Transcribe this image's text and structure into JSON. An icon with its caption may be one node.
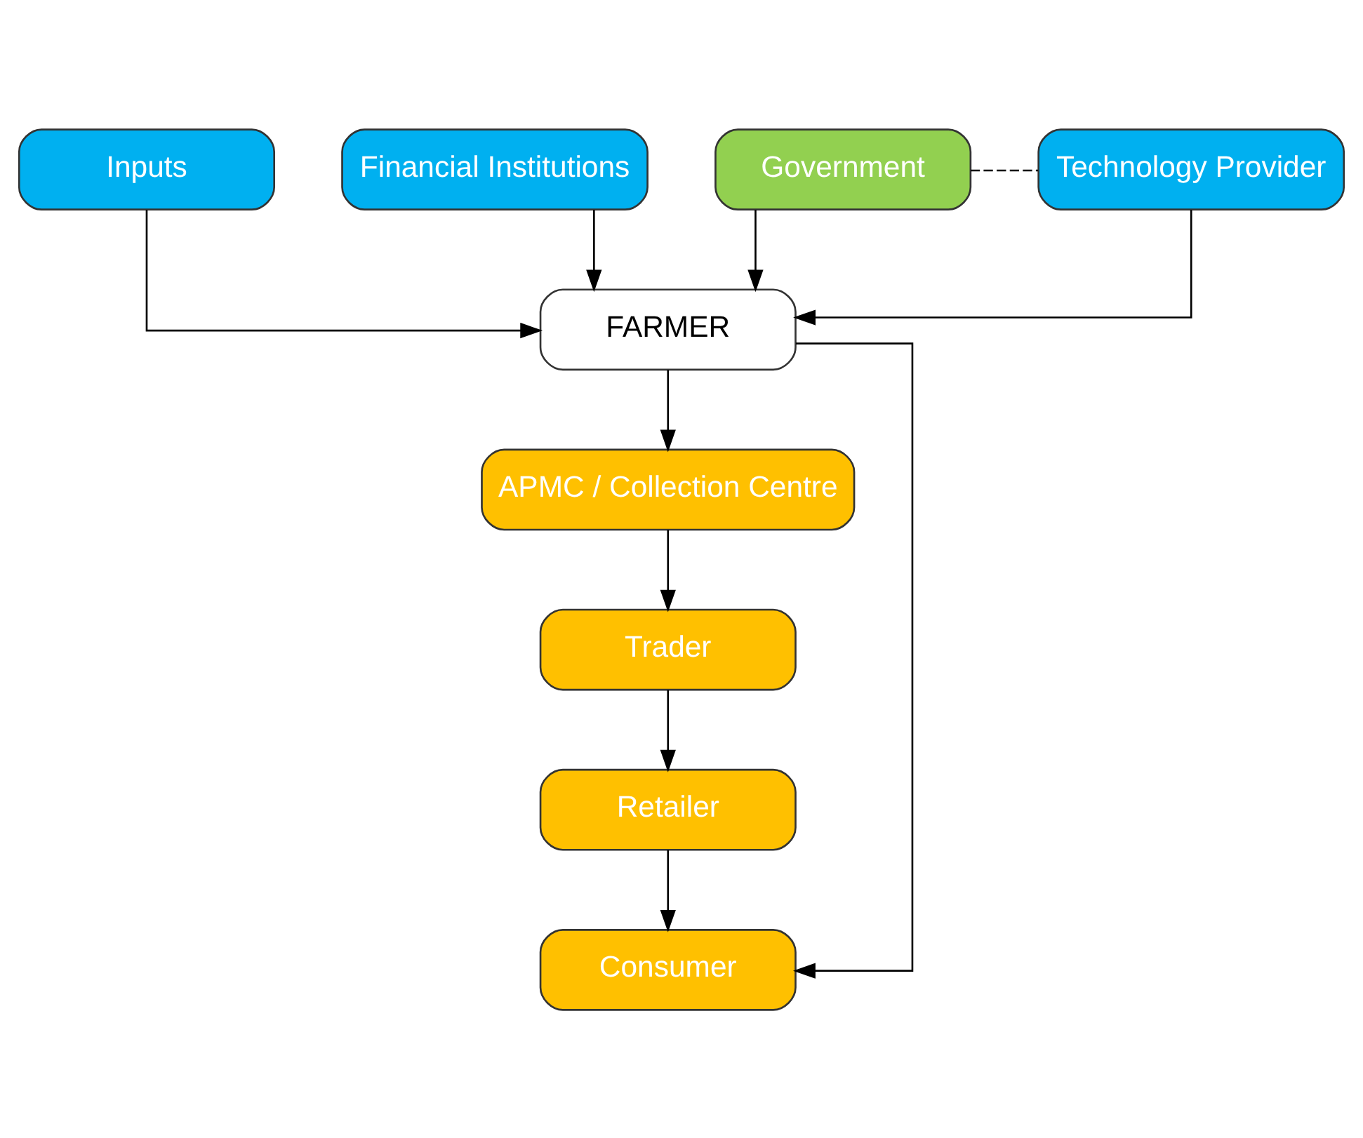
{
  "diagram": {
    "nodes": [
      {
        "text": [
          "Inputs"
        ]
      },
      {
        "text": [
          "Financial Institutions"
        ]
      },
      {
        "text": [
          "Government"
        ]
      },
      {
        "text": [
          "Technology Provider"
        ]
      },
      {
        "text": [
          "FARMER"
        ]
      },
      {
        "text": [
          "APMC / Collection Centre"
        ]
      },
      {
        "text": [
          "Trader"
        ]
      },
      {
        "text": [
          "Retailer"
        ]
      },
      {
        "text": [
          "Consumer"
        ]
      }
    ],
    "edges": [
      {
        "from": 0,
        "to": 4,
        "arrow": "to"
      },
      {
        "from": 1,
        "to": 4,
        "arrow": "to"
      },
      {
        "from": 2,
        "to": 4,
        "arrow": "to"
      },
      {
        "from": 2,
        "to": 3,
        "arrow": "none",
        "style": "dashed"
      },
      {
        "from": 3,
        "to": 4,
        "arrow": "to"
      },
      {
        "from": 4,
        "to": 5,
        "arrow": "to"
      },
      {
        "from": 4,
        "to": 8,
        "arrow": "to"
      },
      {
        "from": 5,
        "to": 6,
        "arrow": "to"
      },
      {
        "from": 6,
        "to": 7,
        "arrow": "to"
      },
      {
        "from": 7,
        "to": 8,
        "arrow": "to"
      }
    ]
  }
}
